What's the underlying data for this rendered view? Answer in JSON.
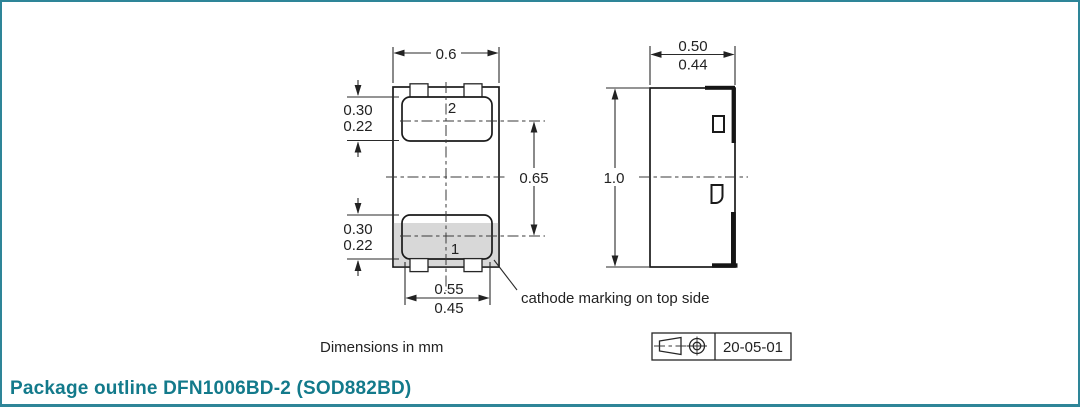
{
  "title": {
    "text": "Package outline DFN1006BD-2 (SOD882BD)"
  },
  "colors": {
    "accent_teal": "#137a8b",
    "cathode_shading_gray": "#d8d8d8",
    "drawing_line": "#1a1a1a"
  },
  "notes": {
    "units": "Dimensions in mm",
    "cathode": "cathode marking on top side"
  },
  "title_block": {
    "date": "20-05-01"
  },
  "top_view": {
    "pads": [
      {
        "label": "2"
      },
      {
        "label": "1"
      }
    ],
    "dims": {
      "body_width": "0.6",
      "terminal_len_max": "0.30",
      "terminal_len_min": "0.22",
      "pitch": "0.65",
      "terminal_width_max": "0.55",
      "terminal_width_min": "0.45"
    }
  },
  "side_view": {
    "dims": {
      "body_thickness_max": "0.50",
      "body_thickness_min": "0.44",
      "body_length": "1.0"
    }
  }
}
